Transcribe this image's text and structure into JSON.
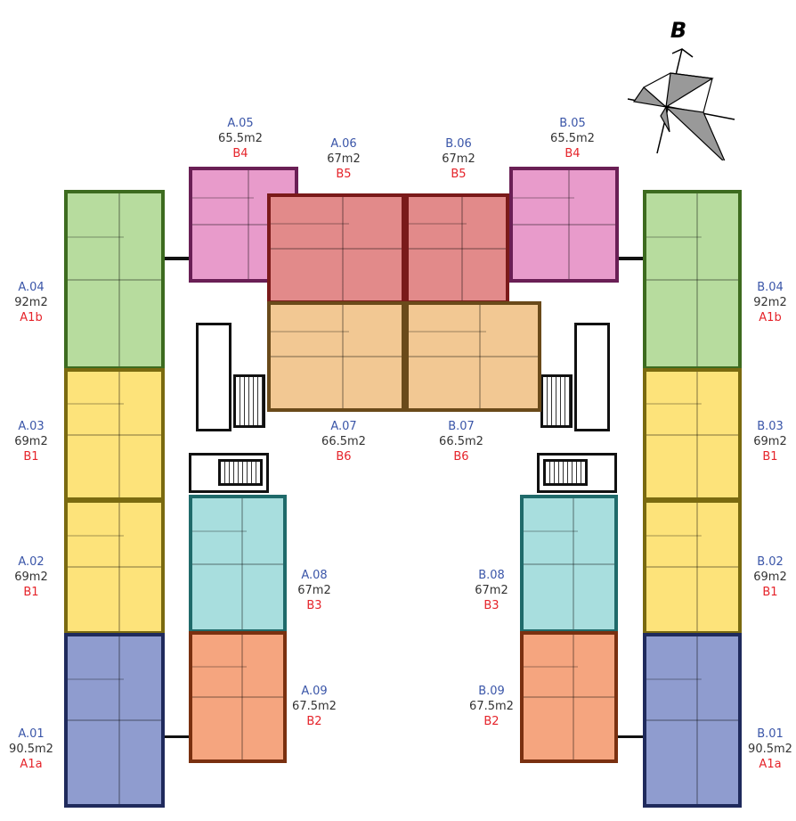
{
  "compass": {
    "label": "B",
    "icon": "north-arrow-icon"
  },
  "colors": {
    "A1b": [
      "#b7dc9e",
      "#3d6b1f"
    ],
    "B1": [
      "#fde37a",
      "#7a6a10"
    ],
    "A1a": [
      "#8f9ccf",
      "#1f2a5c"
    ],
    "B4": [
      "#e89bcb",
      "#6a1f55"
    ],
    "B5": [
      "#e28a8a",
      "#7a1a1a"
    ],
    "B6": [
      "#f2c893",
      "#6a4a1a"
    ],
    "B3": [
      "#a8dede",
      "#1f6a6a"
    ],
    "B2": [
      "#f5a57f",
      "#7a3010"
    ]
  },
  "units": [
    {
      "id": "A.04",
      "area": "92m2",
      "type": "A1b"
    },
    {
      "id": "A.03",
      "area": "69m2",
      "type": "B1"
    },
    {
      "id": "A.02",
      "area": "69m2",
      "type": "B1"
    },
    {
      "id": "A.01",
      "area": "90.5m2",
      "type": "A1a"
    },
    {
      "id": "A.05",
      "area": "65.5m2",
      "type": "B4"
    },
    {
      "id": "A.06",
      "area": "67m2",
      "type": "B5"
    },
    {
      "id": "B.06",
      "area": "67m2",
      "type": "B5"
    },
    {
      "id": "B.05",
      "area": "65.5m2",
      "type": "B4"
    },
    {
      "id": "A.07",
      "area": "66.5m2",
      "type": "B6"
    },
    {
      "id": "B.07",
      "area": "66.5m2",
      "type": "B6"
    },
    {
      "id": "A.08",
      "area": "67m2",
      "type": "B3"
    },
    {
      "id": "A.09",
      "area": "67.5m2",
      "type": "B2"
    },
    {
      "id": "B.08",
      "area": "67m2",
      "type": "B3"
    },
    {
      "id": "B.09",
      "area": "67.5m2",
      "type": "B2"
    },
    {
      "id": "B.04",
      "area": "92m2",
      "type": "A1b"
    },
    {
      "id": "B.03",
      "area": "69m2",
      "type": "B1"
    },
    {
      "id": "B.02",
      "area": "69m2",
      "type": "B1"
    },
    {
      "id": "B.01",
      "area": "90.5m2",
      "type": "A1a"
    }
  ]
}
